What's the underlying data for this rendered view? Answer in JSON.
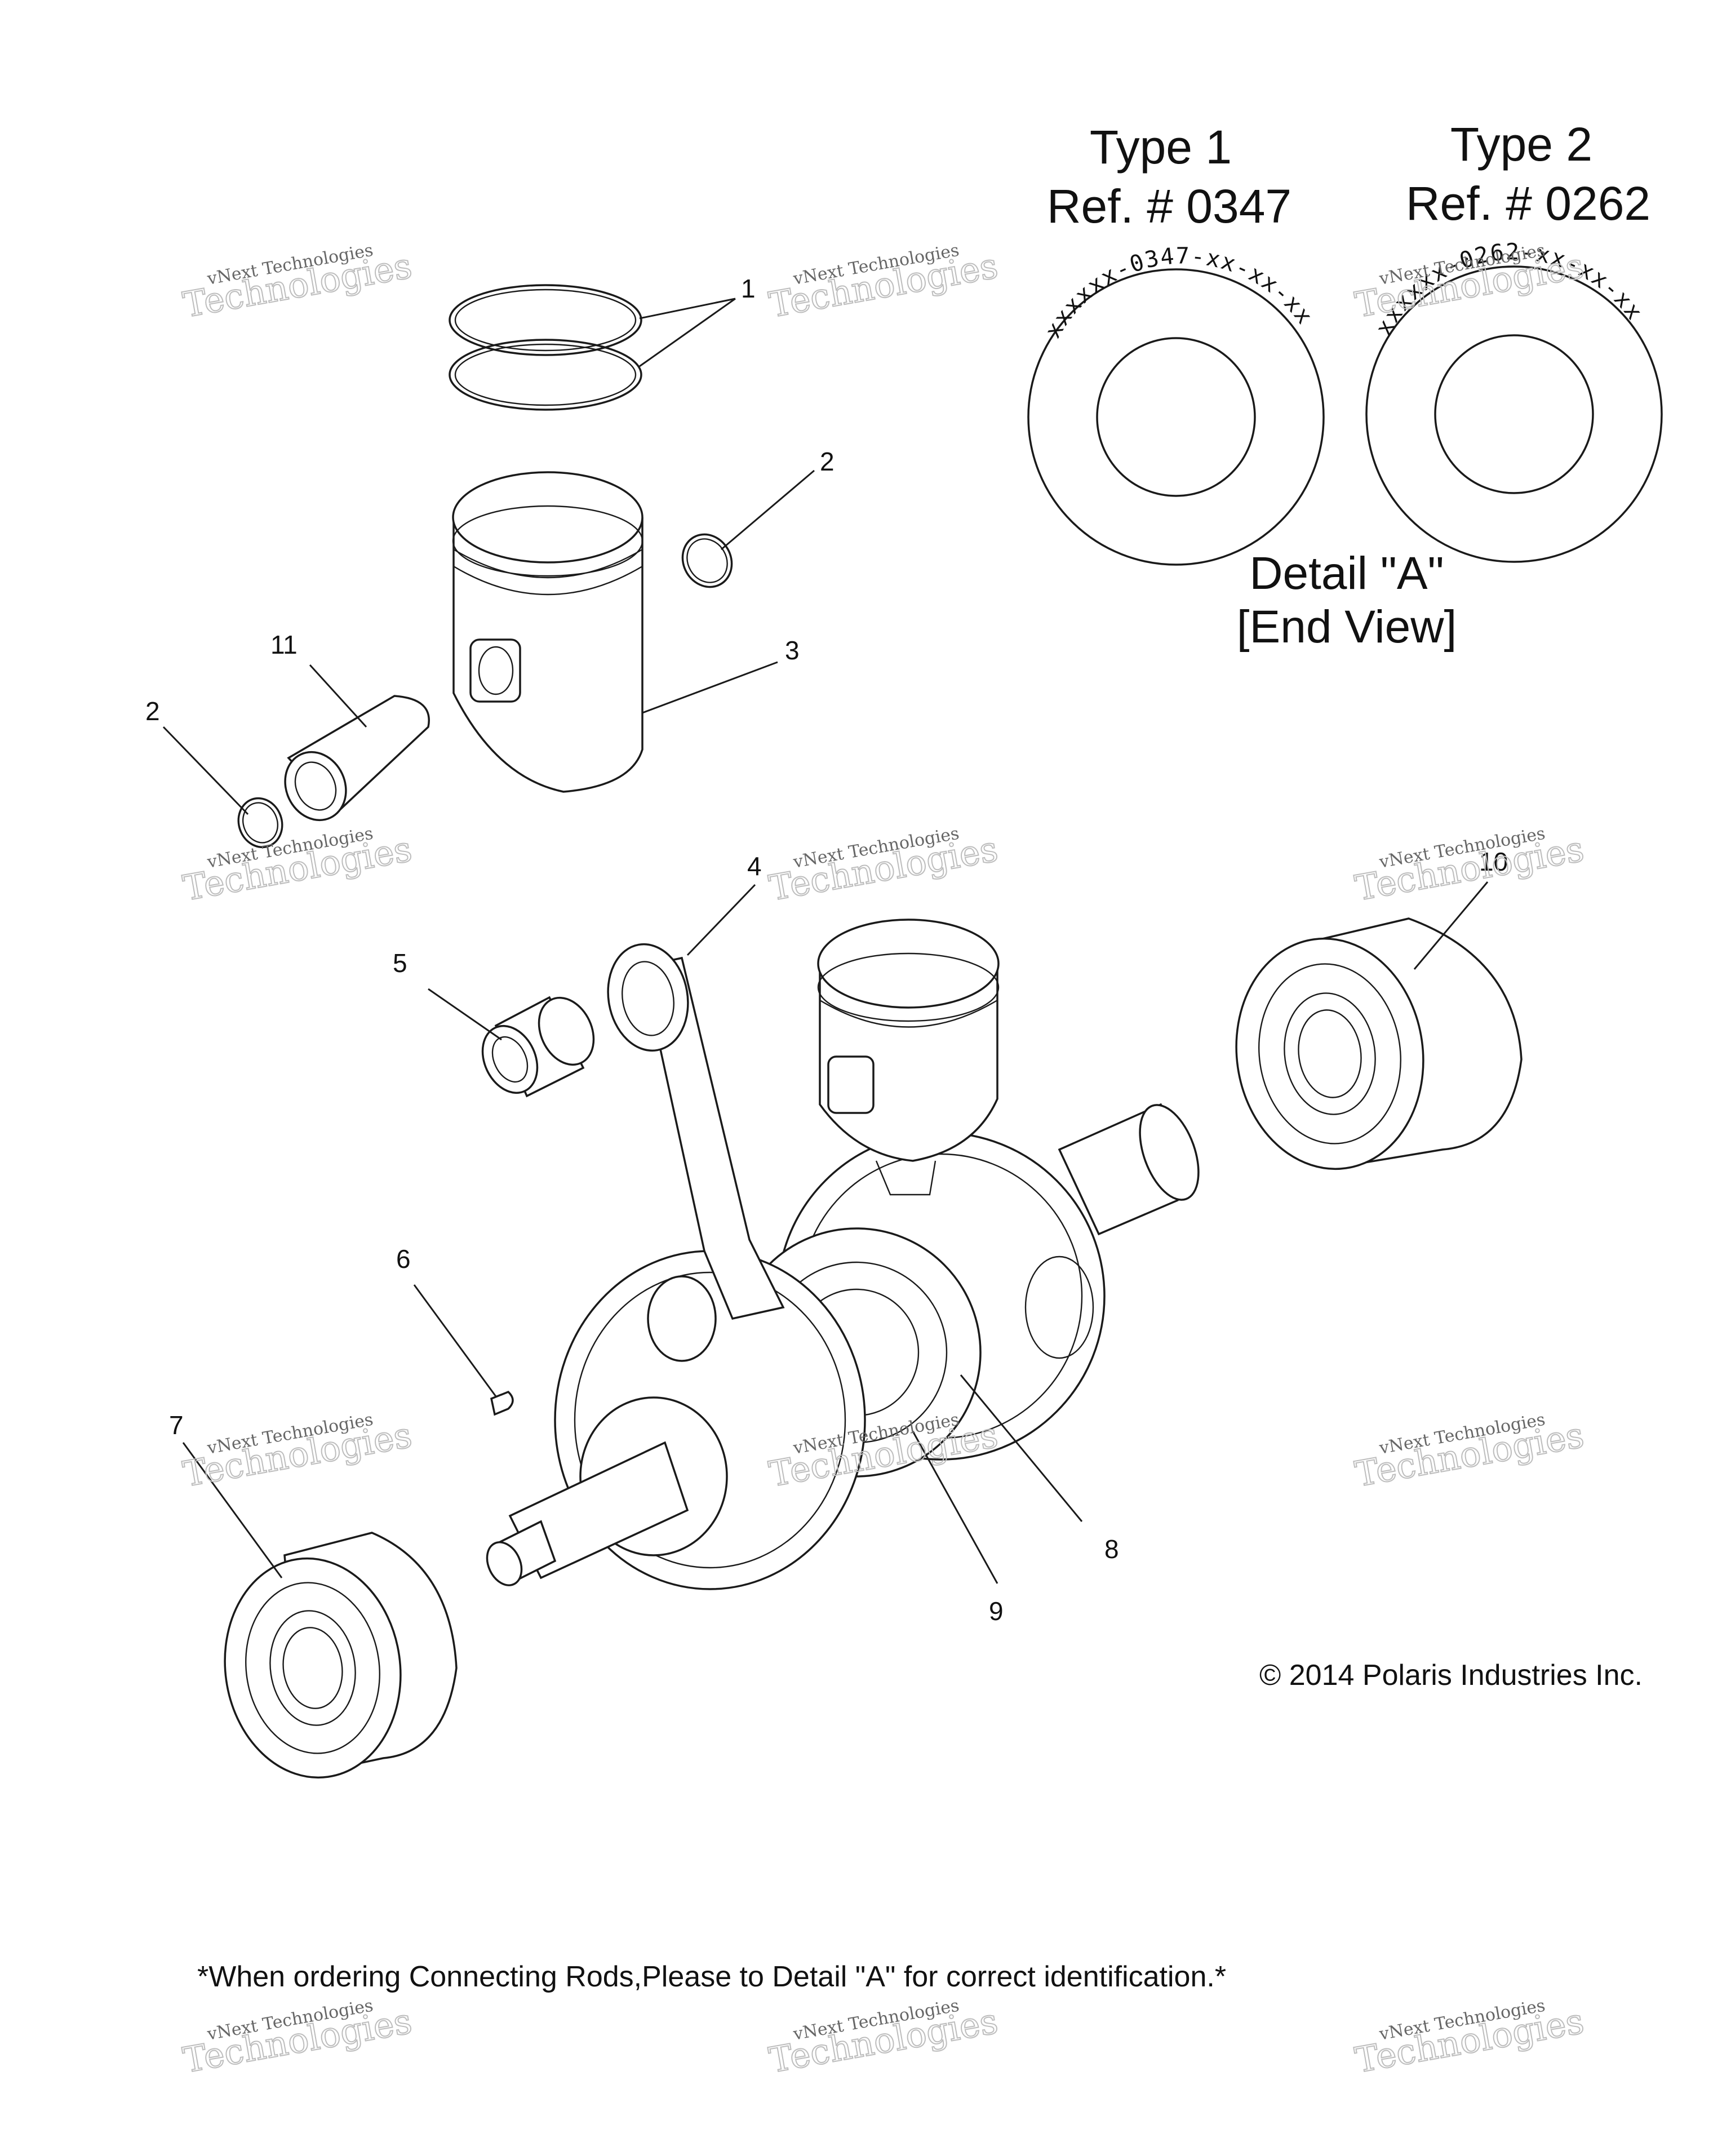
{
  "detail": {
    "type1_title": "Type 1",
    "type1_ref": "Ref. # 0347",
    "type1_marking": "xxxxxx-0347-xx-xx-xx",
    "type2_title": "Type 2",
    "type2_ref": "Ref. # 0262",
    "type2_marking": "xxxxxx-0262-xx-xx-xx",
    "caption_line1": "Detail \"A\"",
    "caption_line2": "[End View]"
  },
  "callouts": [
    "1",
    "2",
    "2",
    "3",
    "4",
    "5",
    "6",
    "7",
    "8",
    "9",
    "10",
    "11"
  ],
  "copyright": "© 2014 Polaris Industries Inc.",
  "footnote": "*When ordering Connecting Rods,Please to Detail \"A\" for correct identification.*",
  "watermark": {
    "line1": "vNext Technologies",
    "line2": "Technologies"
  }
}
